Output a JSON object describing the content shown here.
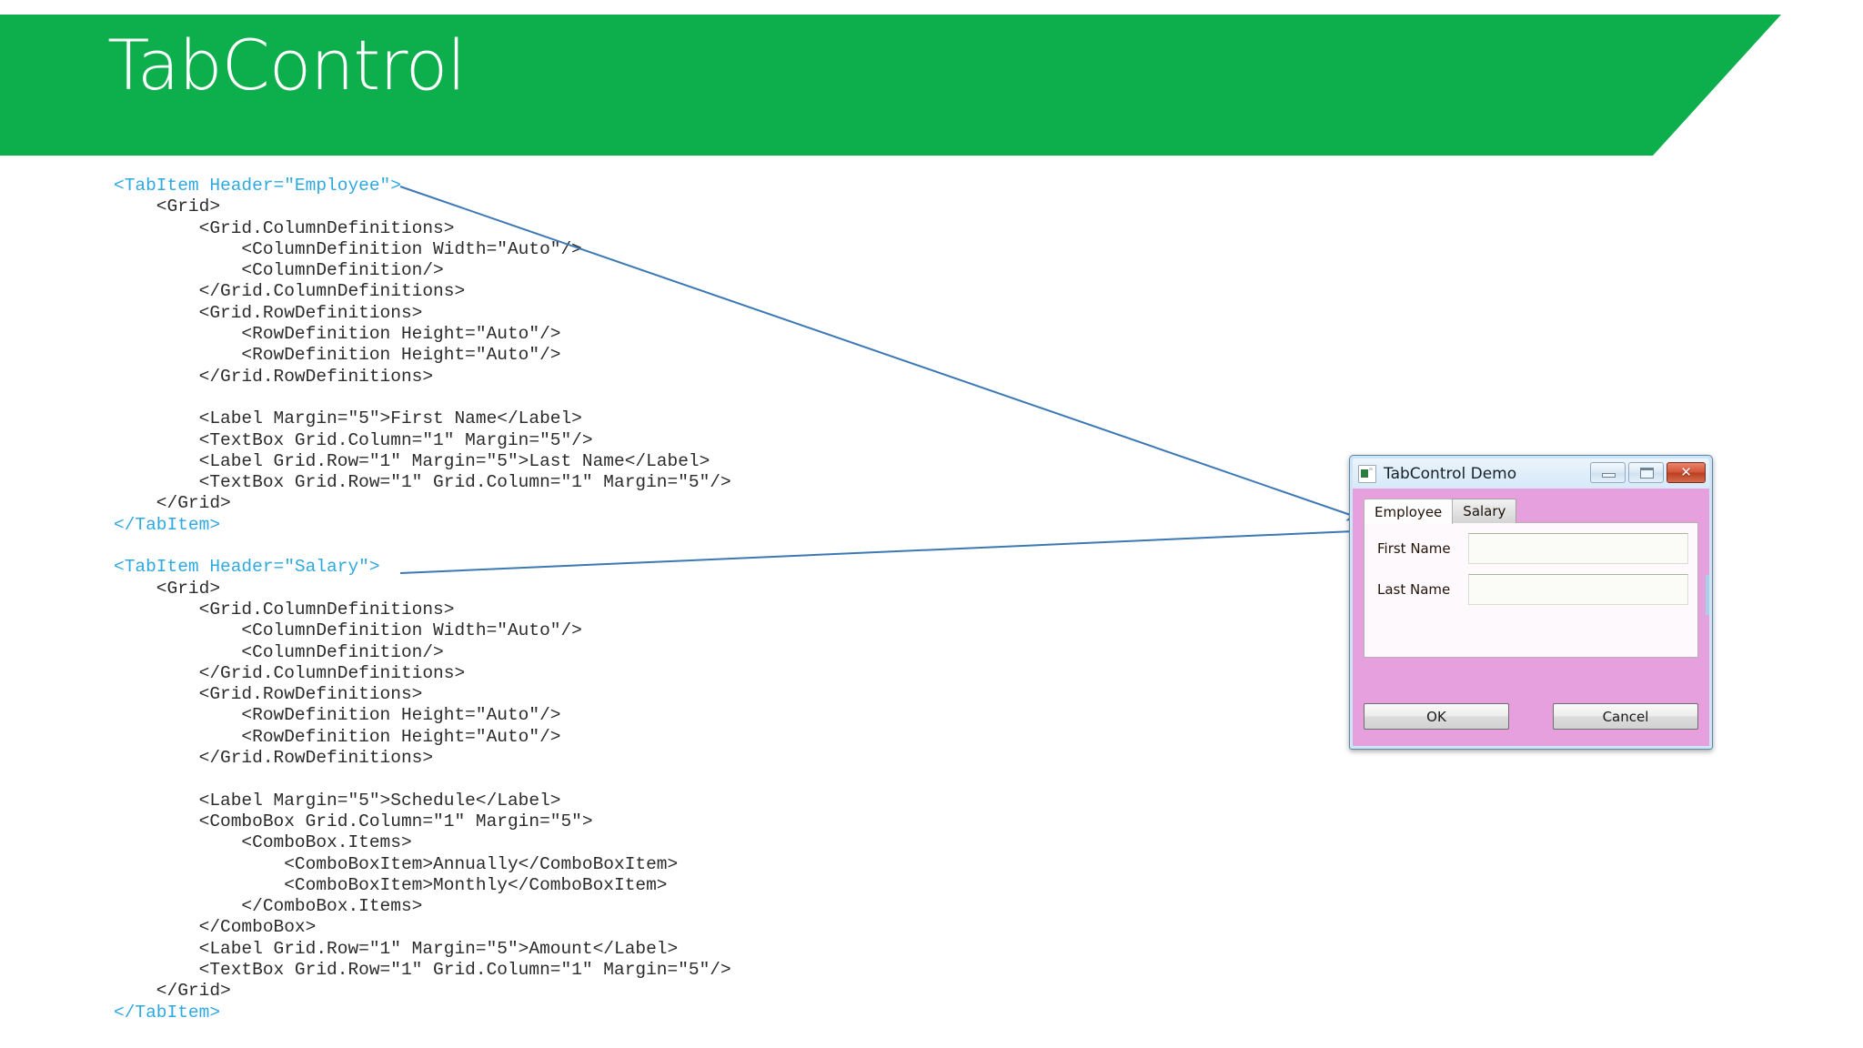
{
  "banner": {
    "title": "TabControl",
    "color": "#0CAF4B"
  },
  "code": {
    "highlight_color": "#2FA8E0",
    "text_color": "#2b2b2b",
    "lines": [
      {
        "text": "<TabItem Header=\"Employee\">",
        "highlight": true
      },
      {
        "text": "    <Grid>",
        "highlight": false
      },
      {
        "text": "        <Grid.ColumnDefinitions>",
        "highlight": false
      },
      {
        "text": "            <ColumnDefinition Width=\"Auto\"/>",
        "highlight": false
      },
      {
        "text": "            <ColumnDefinition/>",
        "highlight": false
      },
      {
        "text": "        </Grid.ColumnDefinitions>",
        "highlight": false
      },
      {
        "text": "        <Grid.RowDefinitions>",
        "highlight": false
      },
      {
        "text": "            <RowDefinition Height=\"Auto\"/>",
        "highlight": false
      },
      {
        "text": "            <RowDefinition Height=\"Auto\"/>",
        "highlight": false
      },
      {
        "text": "        </Grid.RowDefinitions>",
        "highlight": false
      },
      {
        "text": "",
        "highlight": false
      },
      {
        "text": "        <Label Margin=\"5\">First Name</Label>",
        "highlight": false
      },
      {
        "text": "        <TextBox Grid.Column=\"1\" Margin=\"5\"/>",
        "highlight": false
      },
      {
        "text": "        <Label Grid.Row=\"1\" Margin=\"5\">Last Name</Label>",
        "highlight": false
      },
      {
        "text": "        <TextBox Grid.Row=\"1\" Grid.Column=\"1\" Margin=\"5\"/>",
        "highlight": false
      },
      {
        "text": "    </Grid>",
        "highlight": false
      },
      {
        "text": "</TabItem>",
        "highlight": true
      },
      {
        "text": "",
        "highlight": false
      },
      {
        "text": "<TabItem Header=\"Salary\">",
        "highlight": true
      },
      {
        "text": "    <Grid>",
        "highlight": false
      },
      {
        "text": "        <Grid.ColumnDefinitions>",
        "highlight": false
      },
      {
        "text": "            <ColumnDefinition Width=\"Auto\"/>",
        "highlight": false
      },
      {
        "text": "            <ColumnDefinition/>",
        "highlight": false
      },
      {
        "text": "        </Grid.ColumnDefinitions>",
        "highlight": false
      },
      {
        "text": "        <Grid.RowDefinitions>",
        "highlight": false
      },
      {
        "text": "            <RowDefinition Height=\"Auto\"/>",
        "highlight": false
      },
      {
        "text": "            <RowDefinition Height=\"Auto\"/>",
        "highlight": false
      },
      {
        "text": "        </Grid.RowDefinitions>",
        "highlight": false
      },
      {
        "text": "",
        "highlight": false
      },
      {
        "text": "        <Label Margin=\"5\">Schedule</Label>",
        "highlight": false
      },
      {
        "text": "        <ComboBox Grid.Column=\"1\" Margin=\"5\">",
        "highlight": false
      },
      {
        "text": "            <ComboBox.Items>",
        "highlight": false
      },
      {
        "text": "                <ComboBoxItem>Annually</ComboBoxItem>",
        "highlight": false
      },
      {
        "text": "                <ComboBoxItem>Monthly</ComboBoxItem>",
        "highlight": false
      },
      {
        "text": "            </ComboBox.Items>",
        "highlight": false
      },
      {
        "text": "        </ComboBox>",
        "highlight": false
      },
      {
        "text": "        <Label Grid.Row=\"1\" Margin=\"5\">Amount</Label>",
        "highlight": false
      },
      {
        "text": "        <TextBox Grid.Row=\"1\" Grid.Column=\"1\" Margin=\"5\"/>",
        "highlight": false
      },
      {
        "text": "    </Grid>",
        "highlight": false
      },
      {
        "text": "</TabItem>",
        "highlight": true
      }
    ]
  },
  "connectors": {
    "color": "#3C78B4"
  },
  "dialog": {
    "title": "TabControl Demo",
    "icon": "app-window-icon",
    "caption_buttons": {
      "minimize": "minimize-icon",
      "maximize": "maximize-icon",
      "close": "✕"
    },
    "tabs": [
      {
        "label": "Employee",
        "selected": true
      },
      {
        "label": "Salary",
        "selected": false
      }
    ],
    "fields": [
      {
        "label": "First Name",
        "value": ""
      },
      {
        "label": "Last Name",
        "value": ""
      }
    ],
    "buttons": {
      "ok": "OK",
      "cancel": "Cancel"
    },
    "colors": {
      "window_background": "#e5a0dd",
      "frame": "#cfe4f5",
      "panel": "#fdf9fc"
    }
  }
}
